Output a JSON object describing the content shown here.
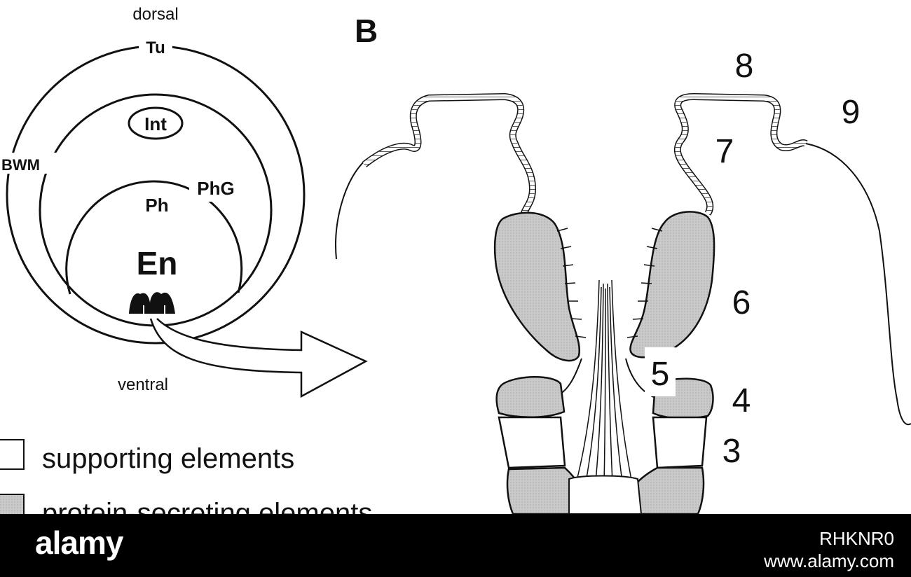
{
  "panel_b_label": "B",
  "left": {
    "dorsal": "dorsal",
    "ventral": "ventral",
    "tu": "Tu",
    "int": "Int",
    "bwm": "BWM",
    "ph": "Ph",
    "phg": "PhG",
    "en": "En"
  },
  "numbers": [
    "8",
    "9",
    "7",
    "6",
    "5",
    "4",
    "3"
  ],
  "legend": {
    "supporting": "supporting elements",
    "protein": "protein-secreting elements"
  },
  "colors": {
    "secreting_fill": "#c9c9c9",
    "line": "#111111",
    "bar": "#000000"
  },
  "footer": {
    "logo": "alamy",
    "image_id": "RHKNR0",
    "url": "www.alamy.com"
  }
}
